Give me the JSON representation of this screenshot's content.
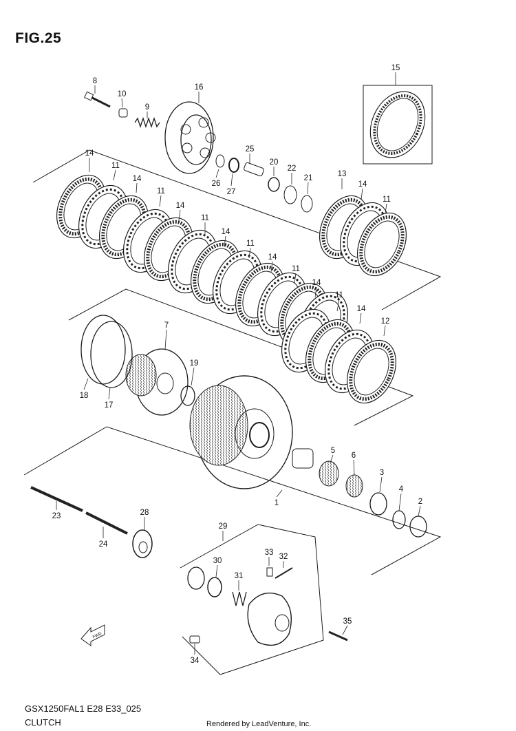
{
  "figure": {
    "title": "FIG.25",
    "code": "GSX1250FAL1 E28 E33_025",
    "name": "CLUTCH",
    "credit": "Rendered by LeadVenture, Inc.",
    "fwd_label": "FWD"
  },
  "callouts": [
    {
      "id": "c1",
      "text": "1"
    },
    {
      "id": "c2",
      "text": "2"
    },
    {
      "id": "c3",
      "text": "3"
    },
    {
      "id": "c4",
      "text": "4"
    },
    {
      "id": "c5",
      "text": "5"
    },
    {
      "id": "c6",
      "text": "6"
    },
    {
      "id": "c7",
      "text": "7"
    },
    {
      "id": "c8",
      "text": "8"
    },
    {
      "id": "c9",
      "text": "9"
    },
    {
      "id": "c10",
      "text": "10"
    },
    {
      "id": "c11a",
      "text": "11"
    },
    {
      "id": "c11b",
      "text": "11"
    },
    {
      "id": "c11c",
      "text": "11"
    },
    {
      "id": "c11d",
      "text": "11"
    },
    {
      "id": "c11e",
      "text": "11"
    },
    {
      "id": "c11f",
      "text": "11"
    },
    {
      "id": "c11g",
      "text": "11"
    },
    {
      "id": "c11h",
      "text": "11"
    },
    {
      "id": "c12",
      "text": "12"
    },
    {
      "id": "c13",
      "text": "13"
    },
    {
      "id": "c14a",
      "text": "14"
    },
    {
      "id": "c14b",
      "text": "14"
    },
    {
      "id": "c14c",
      "text": "14"
    },
    {
      "id": "c14d",
      "text": "14"
    },
    {
      "id": "c14e",
      "text": "14"
    },
    {
      "id": "c14f",
      "text": "14"
    },
    {
      "id": "c14g",
      "text": "14"
    },
    {
      "id": "c14h",
      "text": "14"
    },
    {
      "id": "c15",
      "text": "15"
    },
    {
      "id": "c16",
      "text": "16"
    },
    {
      "id": "c17",
      "text": "17"
    },
    {
      "id": "c18",
      "text": "18"
    },
    {
      "id": "c19",
      "text": "19"
    },
    {
      "id": "c20",
      "text": "20"
    },
    {
      "id": "c21",
      "text": "21"
    },
    {
      "id": "c22",
      "text": "22"
    },
    {
      "id": "c23",
      "text": "23"
    },
    {
      "id": "c24",
      "text": "24"
    },
    {
      "id": "c25",
      "text": "25"
    },
    {
      "id": "c26",
      "text": "26"
    },
    {
      "id": "c27",
      "text": "27"
    },
    {
      "id": "c28",
      "text": "28"
    },
    {
      "id": "c29",
      "text": "29"
    },
    {
      "id": "c30",
      "text": "30"
    },
    {
      "id": "c31",
      "text": "31"
    },
    {
      "id": "c32",
      "text": "32"
    },
    {
      "id": "c33",
      "text": "33"
    },
    {
      "id": "c34",
      "text": "34"
    },
    {
      "id": "c35",
      "text": "35"
    }
  ]
}
